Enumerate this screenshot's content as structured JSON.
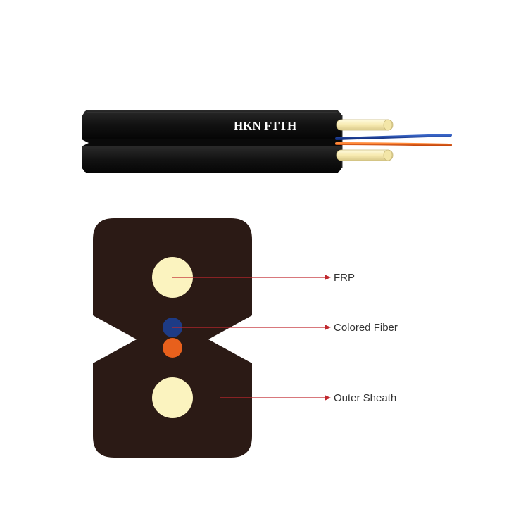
{
  "cable": {
    "brand": "HKN FTTH"
  },
  "callouts": [
    {
      "label": "FRP"
    },
    {
      "label": "Colored Fiber"
    },
    {
      "label": "Outer Sheath"
    }
  ],
  "colors": {
    "cable_jacket": "#161616",
    "sheath_section": "#2b1a15",
    "frp": "#fbf3bf",
    "fiber_blue": "#1d3b86",
    "fiber_orange": "#e8601c",
    "leader_line": "#c0272d",
    "label_text": "#333333",
    "brand_text": "#ffffff"
  }
}
